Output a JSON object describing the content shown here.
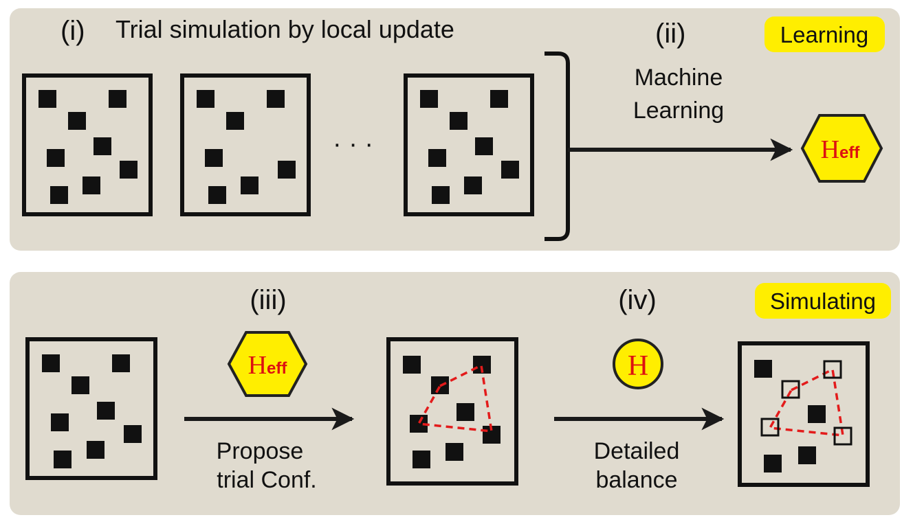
{
  "colors": {
    "panel": "#e0dbcf",
    "badge": "#ffee00",
    "hex_fill": "#ffee00",
    "hex_stroke": "#222222",
    "symbol": "#dd1111",
    "dashed_line": "#e31b1b",
    "particle": "#111111"
  },
  "top_panel": {
    "step_i": "(i)",
    "step_i_title": "Trial simulation by local update",
    "ellipsis": "· · ·",
    "step_ii": "(ii)",
    "ml_line1": "Machine",
    "ml_line2": "Learning",
    "badge": "Learning",
    "heff_main": "H",
    "heff_sub": "eff"
  },
  "bottom_panel": {
    "step_iii": "(iii)",
    "step_iv": "(iv)",
    "badge": "Simulating",
    "heff_main": "H",
    "heff_sub": "eff",
    "h_symbol": "H",
    "propose_line1": "Propose",
    "propose_line2": "trial Conf.",
    "balance_line1": "Detailed",
    "balance_line2": "balance"
  }
}
